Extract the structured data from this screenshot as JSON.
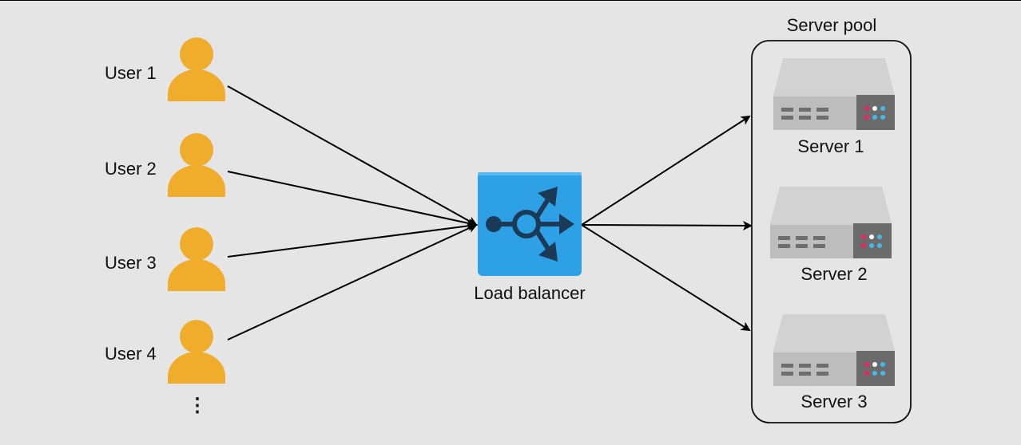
{
  "users": [
    {
      "label": "User 1"
    },
    {
      "label": "User 2"
    },
    {
      "label": "User 3"
    },
    {
      "label": "User 4"
    }
  ],
  "more_indicator": "⋮",
  "load_balancer": {
    "label": "Load balancer"
  },
  "server_pool": {
    "title": "Server pool",
    "servers": [
      {
        "label": "Server 1"
      },
      {
        "label": "Server 2"
      },
      {
        "label": "Server 3"
      }
    ]
  },
  "colors": {
    "background": "#e5e5e5",
    "user_icon": "#f0ad2c",
    "load_balancer": "#2ea1e6",
    "load_balancer_glyph": "#1b3a57",
    "server_body": "#bdbdbd",
    "server_top": "#d2d2d2",
    "server_panel": "#6b6b6b",
    "arrow": "#000000"
  },
  "icons": {
    "user": "user-icon",
    "load_balancer": "load-balancer-icon",
    "server": "server-icon"
  }
}
